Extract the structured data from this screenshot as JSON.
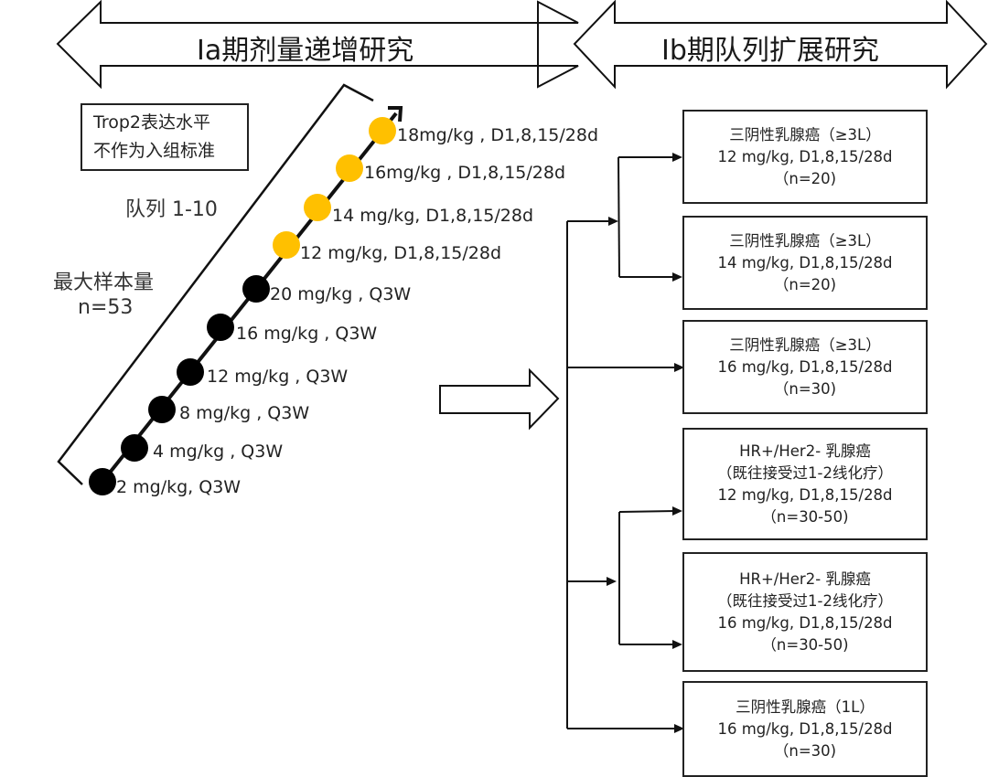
{
  "phases": {
    "ia_title": "Ia期剂量递增研究",
    "ib_title": "Ib期队列扩展研究"
  },
  "note": {
    "line1": "Trop2表达水平",
    "line2": "不作为入组标准"
  },
  "cohort_range_label": "队列 1-10",
  "max_sample": {
    "label": "最大样本量",
    "value": "n=53"
  },
  "colors": {
    "q3w_dose": "#000000",
    "weekly_dose": "#FFC000",
    "line": "#111111"
  },
  "dose_escalation": [
    {
      "label": "2 mg/kg, Q3W",
      "schedule": "Q3W"
    },
    {
      "label": "4 mg/kg , Q3W",
      "schedule": "Q3W"
    },
    {
      "label": "8 mg/kg , Q3W",
      "schedule": "Q3W"
    },
    {
      "label": "12 mg/kg , Q3W",
      "schedule": "Q3W"
    },
    {
      "label": "16 mg/kg , Q3W",
      "schedule": "Q3W"
    },
    {
      "label": "20 mg/kg , Q3W",
      "schedule": "Q3W"
    },
    {
      "label": "12 mg/kg, D1,8,15/28d",
      "schedule": "D1,8,15/28d"
    },
    {
      "label": "14 mg/kg, D1,8,15/28d",
      "schedule": "D1,8,15/28d"
    },
    {
      "label": "16mg/kg , D1,8,15/28d",
      "schedule": "D1,8,15/28d"
    },
    {
      "label": "18mg/kg , D1,8,15/28d",
      "schedule": "D1,8,15/28d"
    }
  ],
  "expansion_cohorts": [
    {
      "lines": [
        "三阴性乳腺癌（≥3L）",
        "12 mg/kg, D1,8,15/28d",
        "（n=20)"
      ]
    },
    {
      "lines": [
        "三阴性乳腺癌（≥3L）",
        "14 mg/kg, D1,8,15/28d",
        "（n=20)"
      ]
    },
    {
      "lines": [
        "三阴性乳腺癌（≥3L）",
        "16 mg/kg, D1,8,15/28d",
        "（n=30)"
      ]
    },
    {
      "lines": [
        "HR+/Her2- 乳腺癌",
        "（既往接受过1-2线化疗）",
        "12 mg/kg, D1,8,15/28d",
        "（n=30-50)"
      ]
    },
    {
      "lines": [
        "HR+/Her2- 乳腺癌",
        "（既往接受过1-2线化疗）",
        "16 mg/kg, D1,8,15/28d",
        "（n=30-50)"
      ]
    },
    {
      "lines": [
        "三阴性乳腺癌（1L）",
        "16 mg/kg, D1,8,15/28d",
        "（n=30)"
      ]
    }
  ]
}
